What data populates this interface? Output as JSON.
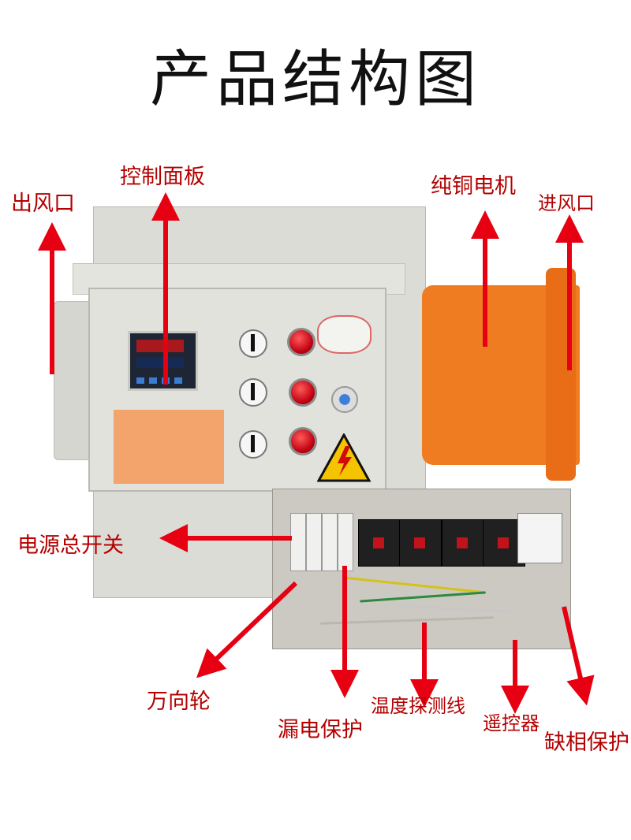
{
  "title": "产品结构图",
  "labels": {
    "outlet": "出风口",
    "control_panel": "控制面板",
    "copper_motor": "纯铜电机",
    "inlet": "进风口",
    "main_switch": "电源总开关",
    "caster": "万向轮",
    "leakage_protection": "漏电保护",
    "temp_probe_wire": "温度探测线",
    "remote": "遥控器",
    "phase_loss_protection": "缺相保护"
  },
  "colors": {
    "label": "#b40000",
    "arrow": "#e60012",
    "fan": "#f07c22",
    "cabinet": "#dcdcd6"
  }
}
